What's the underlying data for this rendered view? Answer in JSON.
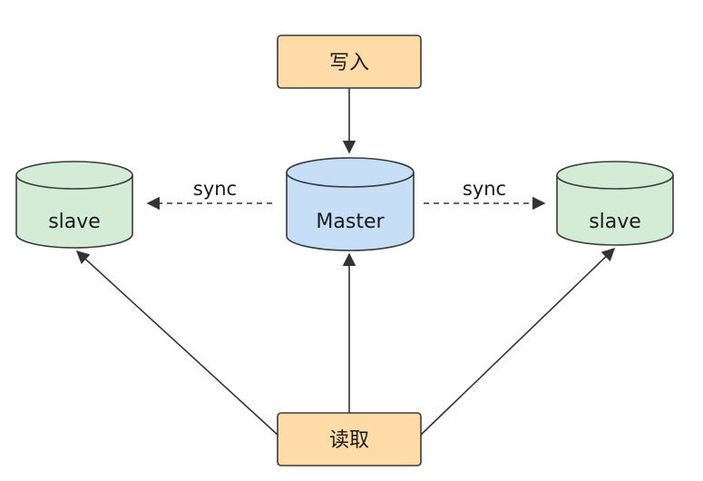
{
  "nodes": {
    "write": {
      "label": "写入",
      "fill": "#ffdba8",
      "stroke": "#3a3a3a"
    },
    "master": {
      "label": "Master",
      "fill": "#c6dff7",
      "stroke": "#3a3a3a"
    },
    "slave_left": {
      "label": "slave",
      "fill": "#d4ecd6",
      "stroke": "#3a3a3a"
    },
    "slave_right": {
      "label": "slave",
      "fill": "#d4ecd6",
      "stroke": "#3a3a3a"
    },
    "read": {
      "label": "读取",
      "fill": "#ffdba8",
      "stroke": "#3a3a3a"
    }
  },
  "edges": {
    "sync_left": {
      "label": "sync"
    },
    "sync_right": {
      "label": "sync"
    }
  }
}
